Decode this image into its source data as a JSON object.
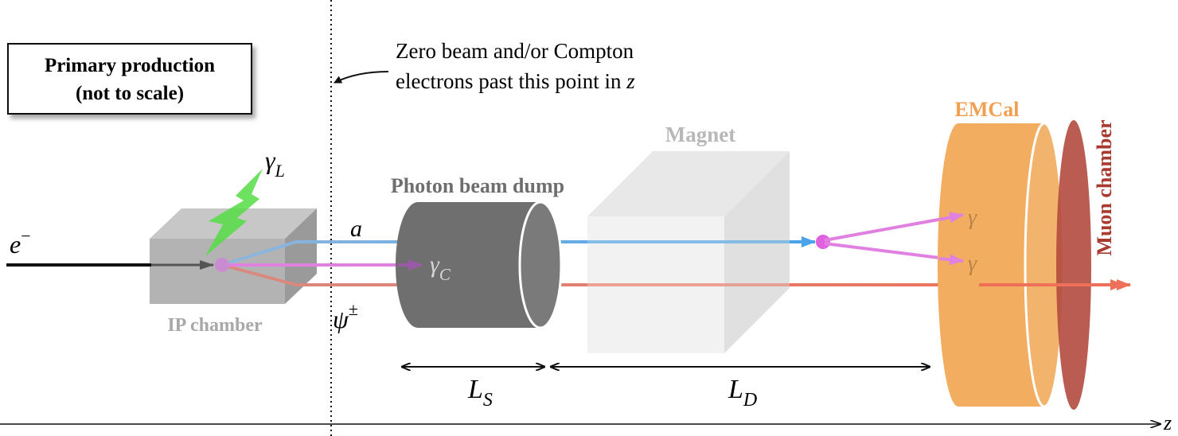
{
  "diagram": {
    "title_box": {
      "line1": "Primary production",
      "line2": "(not to scale)"
    },
    "note": {
      "line1": "Zero beam and/or Compton",
      "line2_prefix": "electrons past this point in ",
      "line2_var": "z"
    },
    "labels": {
      "electron": "e",
      "electron_sup": "−",
      "laser_photon": "γ",
      "laser_photon_sub": "L",
      "ip_chamber": "IP chamber",
      "photon_dump": "Photon beam dump",
      "compton_photon": "γ",
      "compton_photon_sub": "C",
      "axion": "a",
      "psi": "ψ",
      "psi_sup": "±",
      "magnet": "Magnet",
      "emcal": "EMCal",
      "muon_chamber": "Muon chamber",
      "gamma1": "γ",
      "gamma2": "γ",
      "ls": "L",
      "ls_sub": "S",
      "ld": "L",
      "ld_sub": "D",
      "z_axis": "z"
    },
    "colors": {
      "ip_chamber": "#a8a8a8",
      "dump": "#6e6e6e",
      "magnet": "#eeeeee",
      "emcal": "#f2ad60",
      "muon": "#b34a3e",
      "axion_line": "#4aa3e8",
      "psi_line": "#e8604a",
      "compton_line": "#e080e0",
      "laser": "#55dd44",
      "vertex": "#e060e0"
    }
  }
}
